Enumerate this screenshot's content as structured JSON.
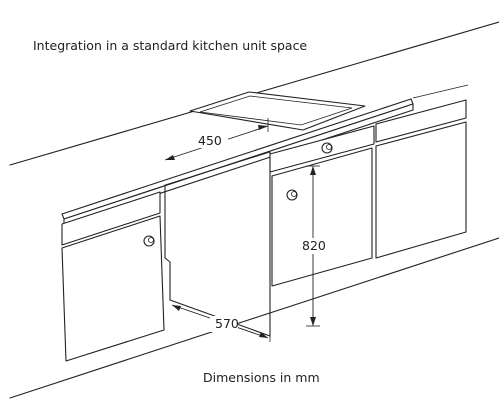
{
  "title": "Integration in a standard kitchen unit space",
  "footer": "Dimensions in mm",
  "dimensions": {
    "depth": "450",
    "width": "570",
    "height": "820"
  }
}
